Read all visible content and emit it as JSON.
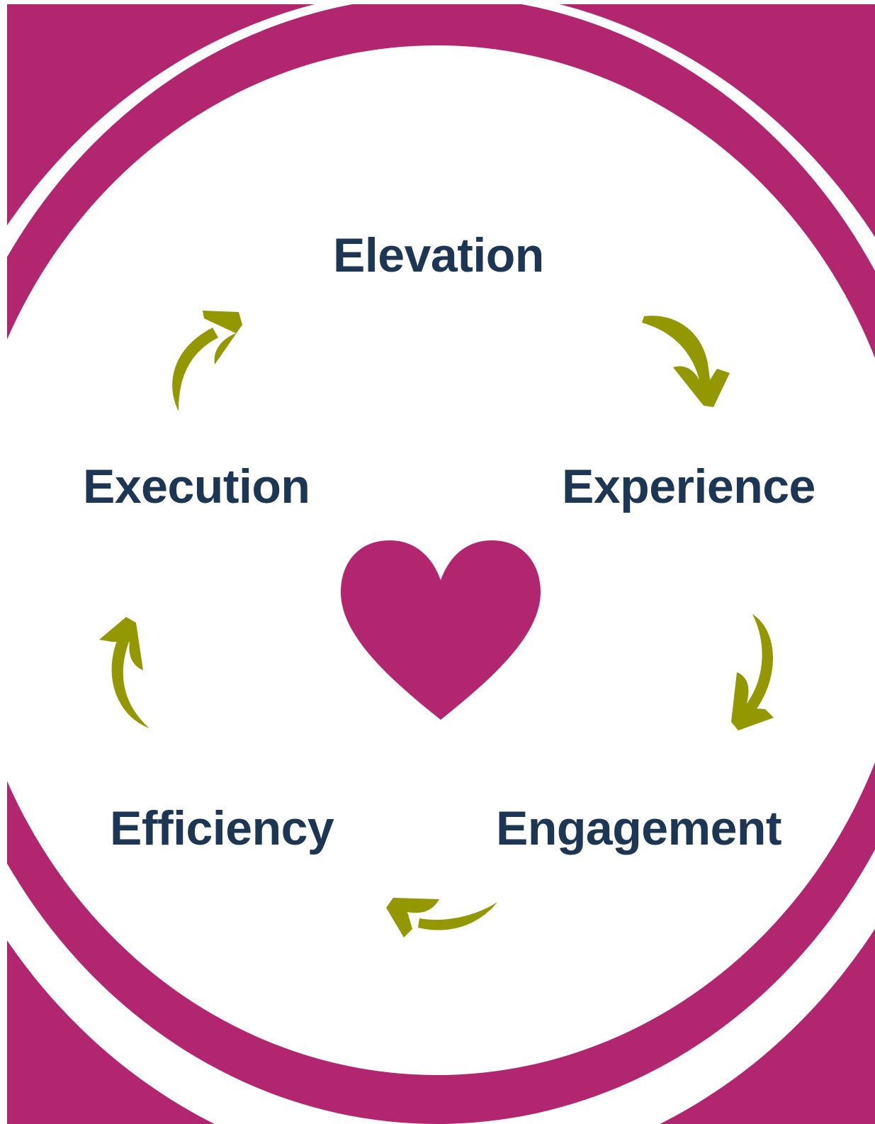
{
  "colors": {
    "ring": "#b22670",
    "heart": "#b22670",
    "arrow": "#939700",
    "label": "#1d3653",
    "background": "#ffffff"
  },
  "center_icon": "heart-icon",
  "cycle": {
    "direction": "clockwise",
    "stages": [
      {
        "label": "Elevation"
      },
      {
        "label": "Experience"
      },
      {
        "label": "Engagement"
      },
      {
        "label": "Efficiency"
      },
      {
        "label": "Execution"
      }
    ]
  }
}
